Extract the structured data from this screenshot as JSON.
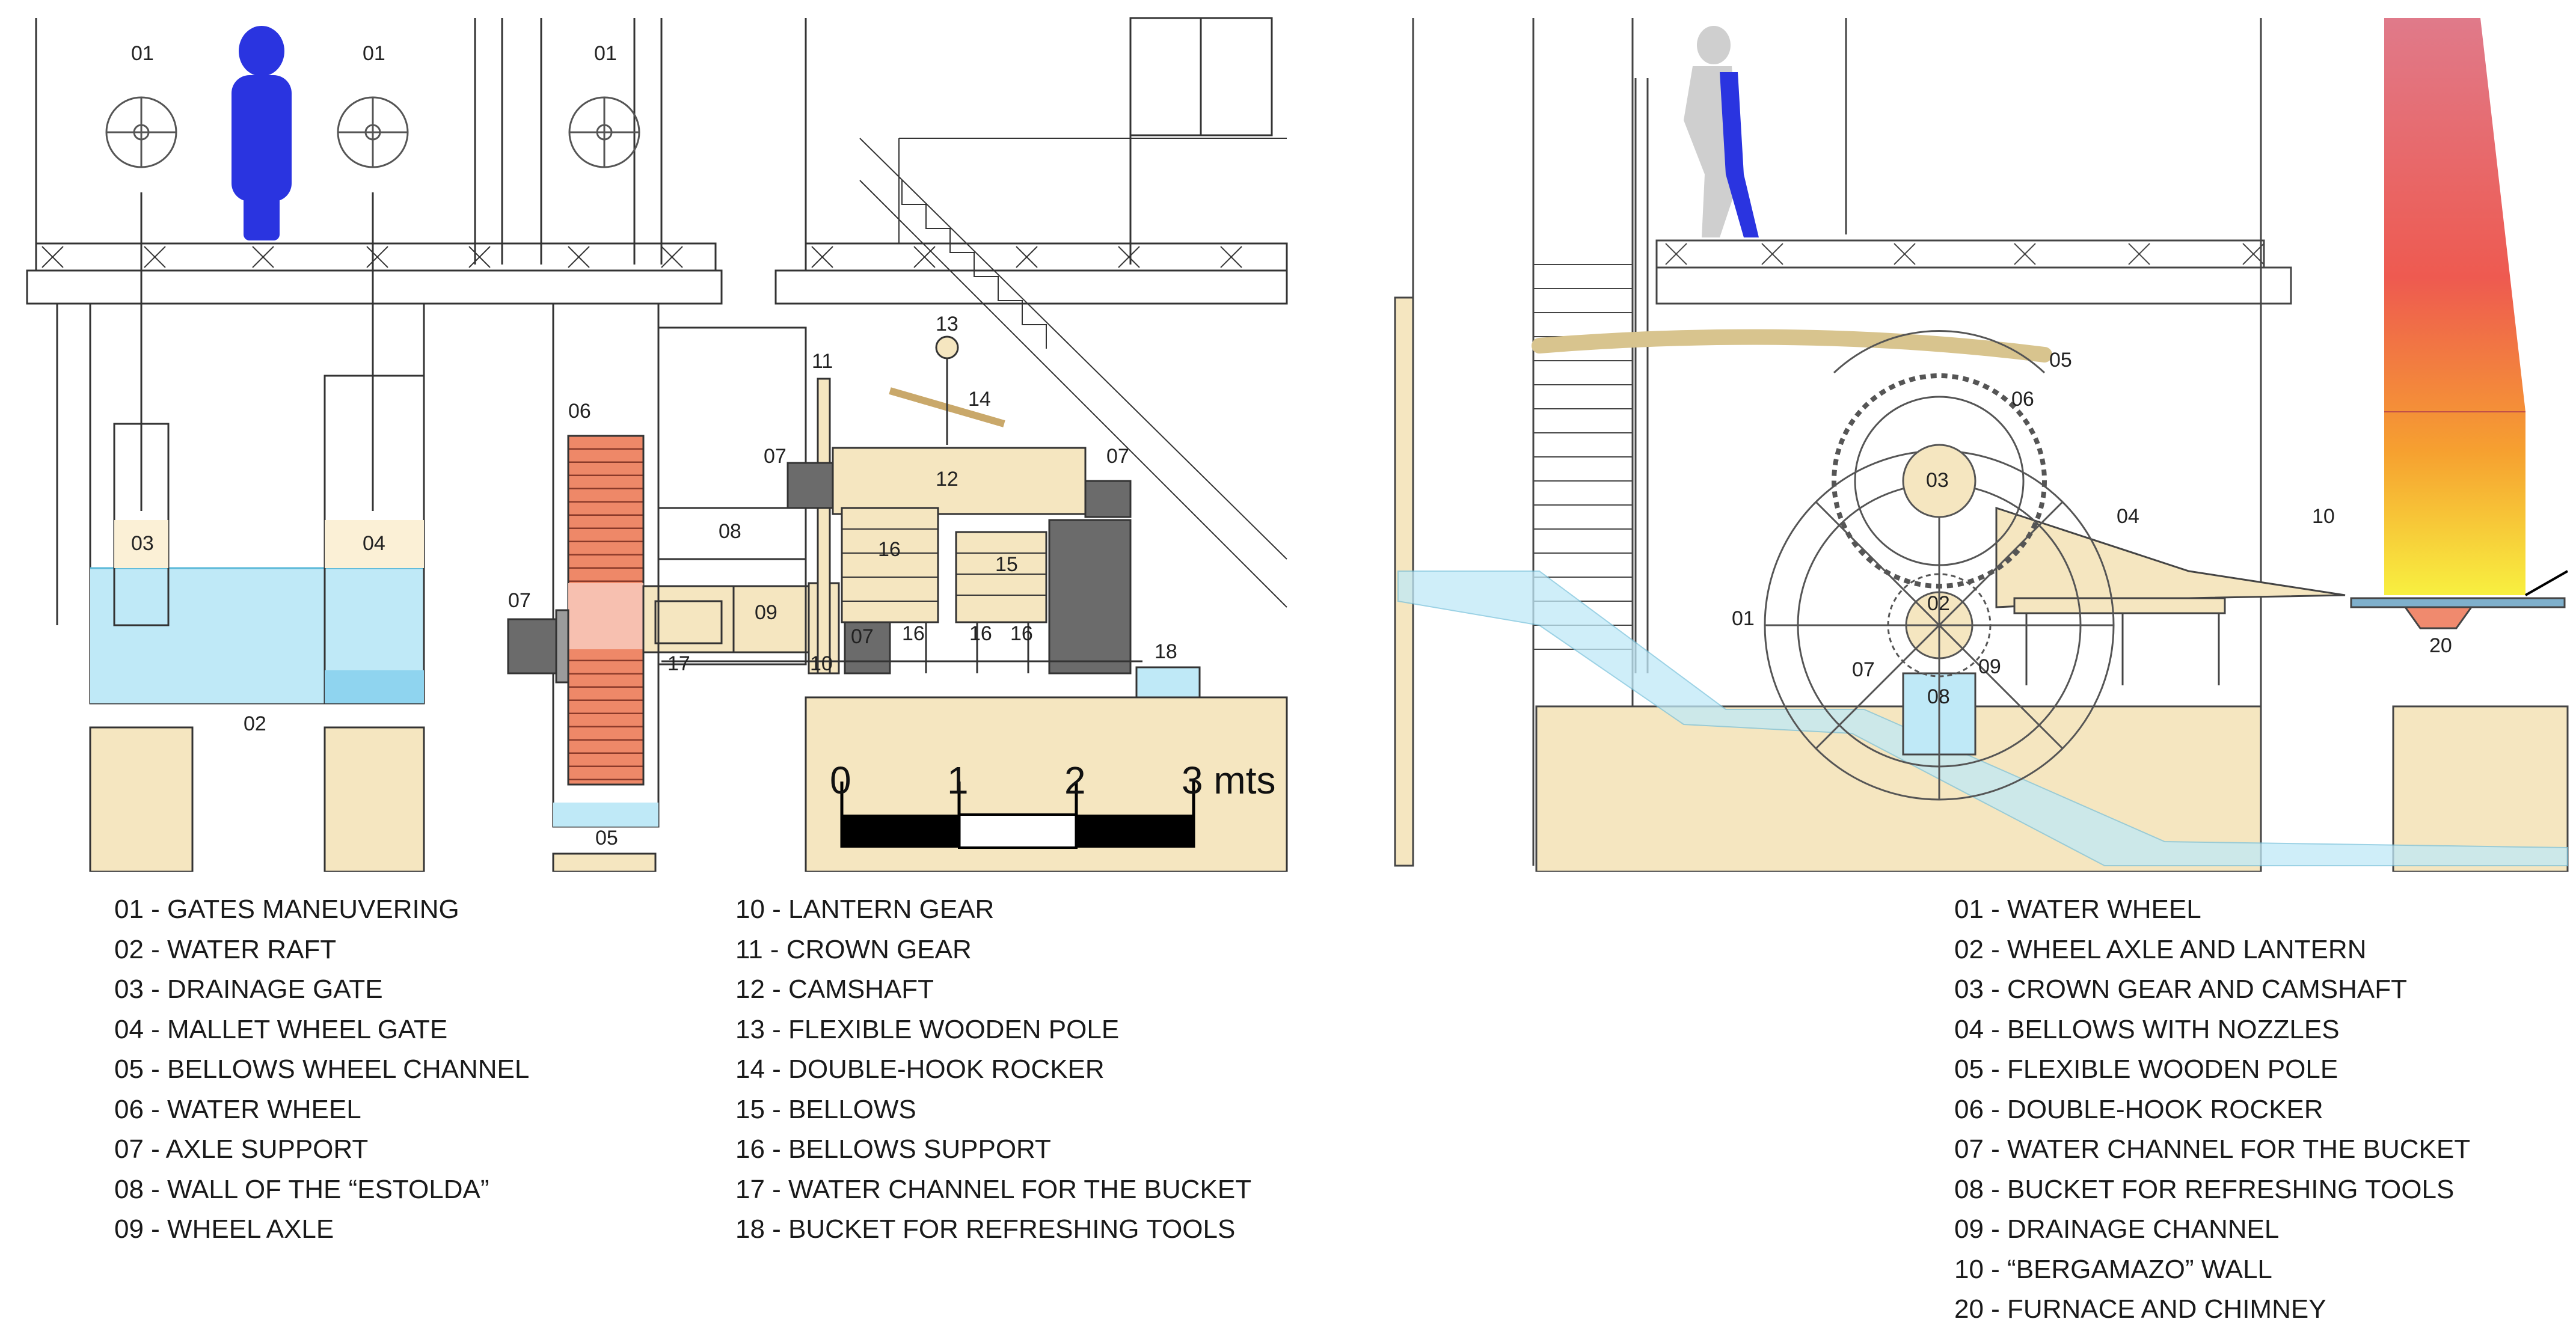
{
  "left_drawing": {
    "labels": {
      "l01a": "01",
      "l01b": "01",
      "l01c": "01",
      "l02": "02",
      "l03": "03",
      "l04": "04",
      "l05": "05",
      "l06": "06",
      "l07a": "07",
      "l07b": "07",
      "l07c": "07",
      "l07d": "07",
      "l08": "08",
      "l09": "09",
      "l10": "10",
      "l11": "11",
      "l12": "12",
      "l13": "13",
      "l14": "14",
      "l15": "15",
      "l16a": "16",
      "l16b": "16",
      "l16c": "16",
      "l16d": "16",
      "l17": "17",
      "l18": "18"
    },
    "scale": {
      "t0": "0",
      "t1": "1",
      "t2": "2",
      "t3": "3 mts"
    }
  },
  "right_drawing": {
    "labels": {
      "r01": "01",
      "r02": "02",
      "r03": "03",
      "r04": "04",
      "r05": "05",
      "r06": "06",
      "r07": "07",
      "r08": "08",
      "r09": "09",
      "r10": "10",
      "r20": "20"
    }
  },
  "legend_left_a": [
    "01 - GATES MANEUVERING",
    "02 - WATER RAFT",
    "03 - DRAINAGE GATE",
    "04 - MALLET WHEEL GATE",
    "05 - BELLOWS WHEEL CHANNEL",
    "06 - WATER WHEEL",
    "07 - AXLE SUPPORT",
    "08 - WALL OF THE “ESTOLDA”",
    "09 - WHEEL AXLE"
  ],
  "legend_left_b": [
    "10 - LANTERN GEAR",
    "11 - CROWN GEAR",
    "12 - CAMSHAFT",
    "13 - FLEXIBLE WOODEN POLE",
    "14 - DOUBLE-HOOK ROCKER",
    "15 - BELLOWS",
    "16 - BELLOWS SUPPORT",
    "17 - WATER CHANNEL FOR THE BUCKET",
    "18 - BUCKET FOR REFRESHING TOOLS"
  ],
  "legend_right": [
    "01 - WATER WHEEL",
    "02 - WHEEL AXLE AND LANTERN",
    "03 - CROWN GEAR AND CAMSHAFT",
    "04 - BELLOWS WITH NOZZLES",
    "05 - FLEXIBLE WOODEN POLE",
    "06 - DOUBLE-HOOK ROCKER",
    "07 - WATER CHANNEL FOR THE BUCKET",
    "08 - BUCKET FOR REFRESHING TOOLS",
    "09 - DRAINAGE CHANNEL",
    "10 - “BERGAMAZO” WALL",
    "20 - FURNACE AND CHIMNEY"
  ],
  "colors": {
    "wood": "#f5e6c0",
    "water": "#bfe9f7",
    "wheel_red": "#f08a6e",
    "figure_blue": "#2a34e0",
    "figure_grey": "#cfcfcf",
    "dark_grey": "#6b6b6b"
  }
}
